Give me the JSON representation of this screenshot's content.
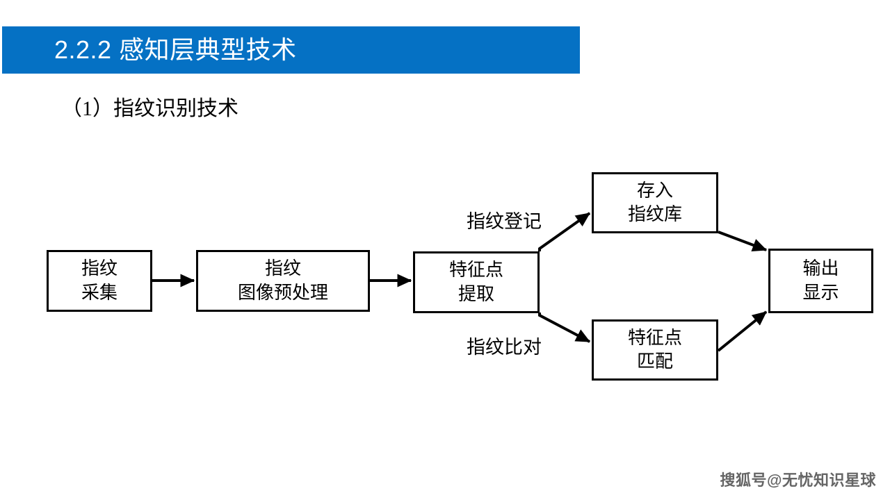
{
  "slide": {
    "title": "2.2.2 感知层典型技术",
    "subheading": "（1）指纹识别技术",
    "accent_color": "#0571c4",
    "background_color": "#ffffff",
    "watermark": "搜狐号@无忧知识星球"
  },
  "flowchart": {
    "nodes": [
      {
        "id": "capture",
        "line1": "指纹",
        "line2": "采集"
      },
      {
        "id": "preprocess",
        "line1": "指纹",
        "line2": "图像预处理"
      },
      {
        "id": "extract",
        "line1": "特征点",
        "line2": "提取"
      },
      {
        "id": "store",
        "line1": "存入",
        "line2": "指纹库"
      },
      {
        "id": "match",
        "line1": "特征点",
        "line2": "匹配"
      },
      {
        "id": "output",
        "line1": "输出",
        "line2": "显示"
      }
    ],
    "edge_labels": [
      {
        "id": "enroll",
        "text": "指纹登记"
      },
      {
        "id": "verify",
        "text": "指纹比对"
      }
    ]
  }
}
